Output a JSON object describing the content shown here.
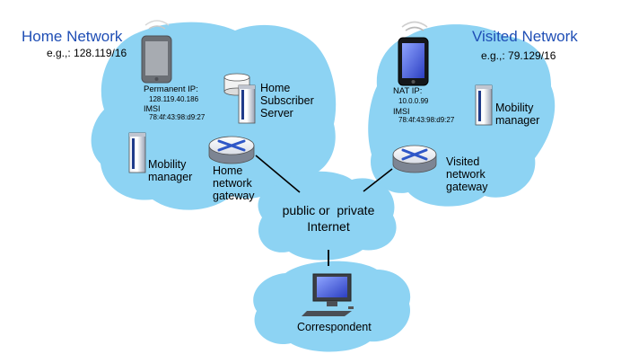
{
  "home": {
    "title": "Home Network",
    "subnet": "e.g.,: 128.119/16",
    "device": {
      "ip_label": "Permanent IP:",
      "ip_value": "128.119.40.186",
      "imsi_label": "IMSI",
      "imsi_value": "78:4f:43:98:d9:27"
    },
    "hss_label": "Home\nSubscriber\nServer",
    "mobility_label": "Mobility\nmanager",
    "gateway_label": "Home\nnetwork\ngateway"
  },
  "visited": {
    "title": "Visited Network",
    "subnet": "e.g.,: 79.129/16",
    "device": {
      "ip_label": "NAT IP:",
      "ip_value": "10.0.0.99",
      "imsi_label": "IMSI",
      "imsi_value": "78:4f:43:98:d9:27"
    },
    "mobility_label": "Mobility\nmanager",
    "gateway_label": "Visited\nnetwork\ngateway"
  },
  "internet": {
    "label": "public or  private\nInternet"
  },
  "correspondent": {
    "label": "Correspondent"
  },
  "colors": {
    "cloud": "#8dd3f3",
    "title": "#1f4eb5",
    "router": "#2f57c7",
    "server": "#1f3b8a"
  },
  "icons": [
    "phone-icon",
    "database-icon",
    "server-icon",
    "router-icon",
    "computer-icon"
  ]
}
